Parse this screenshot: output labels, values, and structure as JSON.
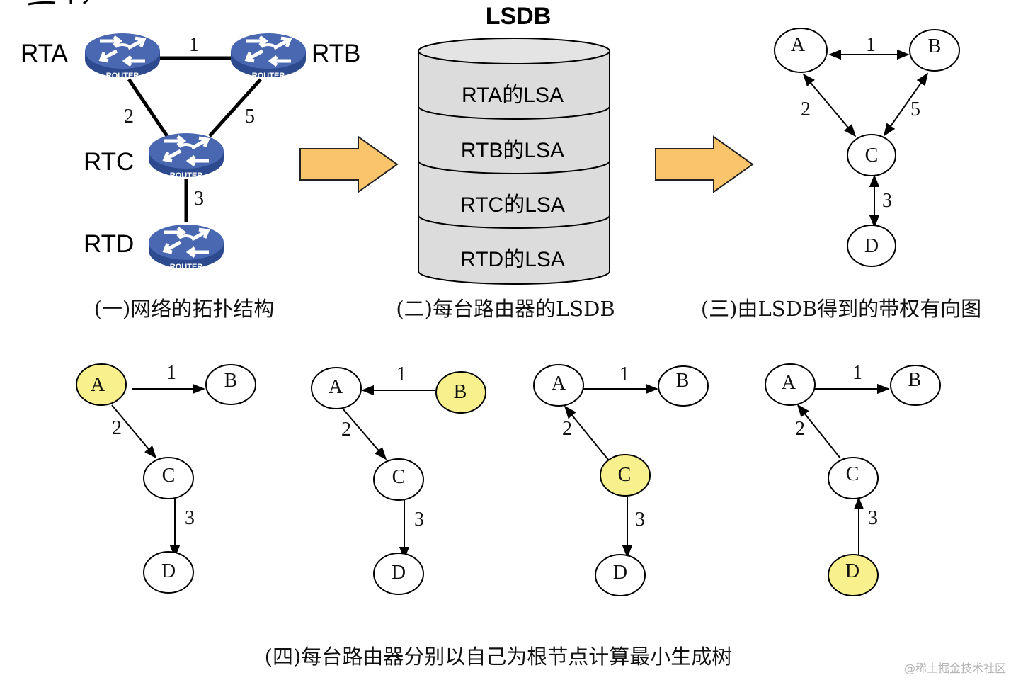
{
  "topology": {
    "routers": [
      {
        "name": "RTA",
        "icon": "router-icon",
        "icon_text": "ROUTER"
      },
      {
        "name": "RTB",
        "icon": "router-icon",
        "icon_text": "ROUTER"
      },
      {
        "name": "RTC",
        "icon": "router-icon",
        "icon_text": "ROUTER"
      },
      {
        "name": "RTD",
        "icon": "router-icon",
        "icon_text": "ROUTER"
      }
    ],
    "links": [
      {
        "from": "RTA",
        "to": "RTB",
        "cost": "1"
      },
      {
        "from": "RTA",
        "to": "RTC",
        "cost": "2"
      },
      {
        "from": "RTB",
        "to": "RTC",
        "cost": "5"
      },
      {
        "from": "RTC",
        "to": "RTD",
        "cost": "3"
      }
    ],
    "caption": "(一)网络的拓扑结构",
    "router_color": "#3f5ea8"
  },
  "lsdb": {
    "title": "LSDB",
    "entries": [
      "RTA的LSA",
      "RTB的LSA",
      "RTC的LSA",
      "RTD的LSA"
    ],
    "caption": "(二)每台路由器的LSDB",
    "fill": "#dcdcdc"
  },
  "arrow_color": "#f9c46b",
  "graph": {
    "nodes": [
      "A",
      "B",
      "C",
      "D"
    ],
    "weights": {
      "AB": "1",
      "AC": "2",
      "BC": "5",
      "CD": "3"
    },
    "caption": "(三)由LSDB得到的带权有向图"
  },
  "trees": [
    {
      "root": "A",
      "nodes": [
        "A",
        "B",
        "C",
        "D"
      ],
      "weights": [
        "1",
        "2",
        "3"
      ]
    },
    {
      "root": "B",
      "nodes": [
        "A",
        "B",
        "C",
        "D"
      ],
      "weights": [
        "1",
        "2",
        "3"
      ]
    },
    {
      "root": "C",
      "nodes": [
        "A",
        "B",
        "C",
        "D"
      ],
      "weights": [
        "1",
        "2",
        "3"
      ]
    },
    {
      "root": "D",
      "nodes": [
        "A",
        "B",
        "C",
        "D"
      ],
      "weights": [
        "1",
        "2",
        "3"
      ]
    }
  ],
  "highlight_color": "#f7f08c",
  "trees_caption": "(四)每台路由器分别以自己为根节点计算最小生成树",
  "watermark": "@稀土掘金技术社区"
}
